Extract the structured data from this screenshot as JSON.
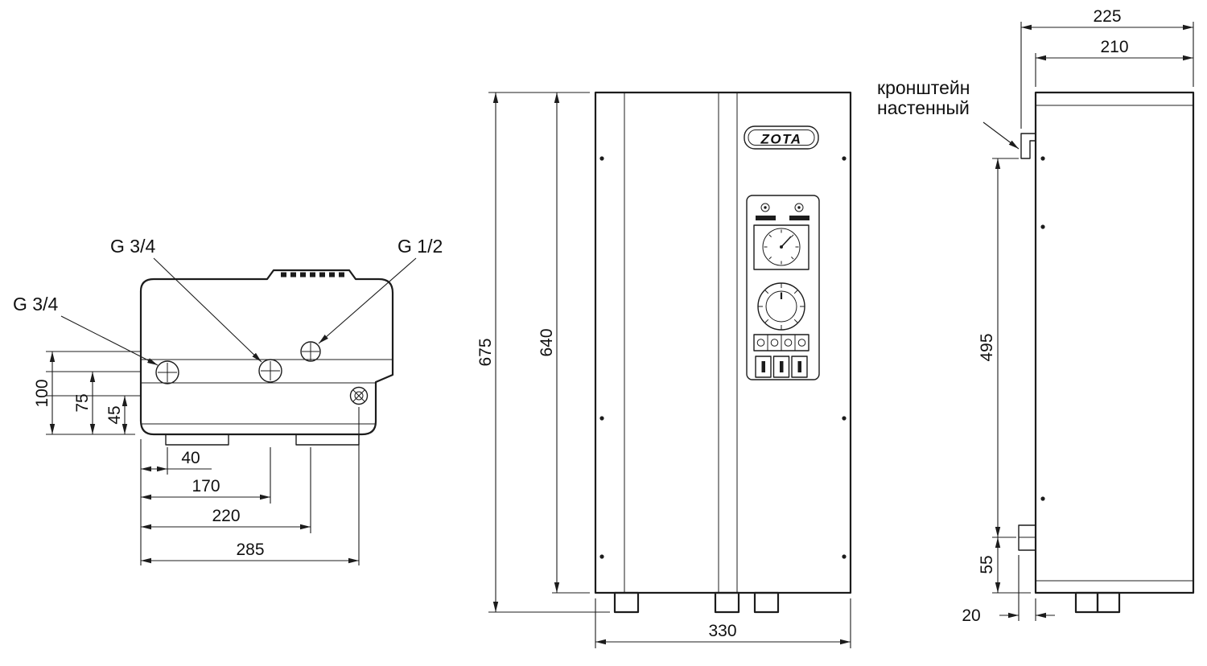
{
  "meta": {
    "ink_color": "#1c1c1c",
    "background_color": "#ffffff"
  },
  "top_view": {
    "label_g34_top": "G 3/4",
    "label_g34_left": "G 3/4",
    "label_g12": "G 1/2",
    "dim_100": "100",
    "dim_75": "75",
    "dim_45": "45",
    "dim_40": "40",
    "dim_170": "170",
    "dim_220": "220",
    "dim_285": "285"
  },
  "front_view": {
    "logo": "ZOTA",
    "dim_675": "675",
    "dim_640": "640",
    "dim_330": "330"
  },
  "side_view": {
    "bracket_note_line1": "кронштейн",
    "bracket_note_line2": "настенный",
    "dim_225": "225",
    "dim_210": "210",
    "dim_495": "495",
    "dim_55": "55",
    "dim_20": "20"
  }
}
